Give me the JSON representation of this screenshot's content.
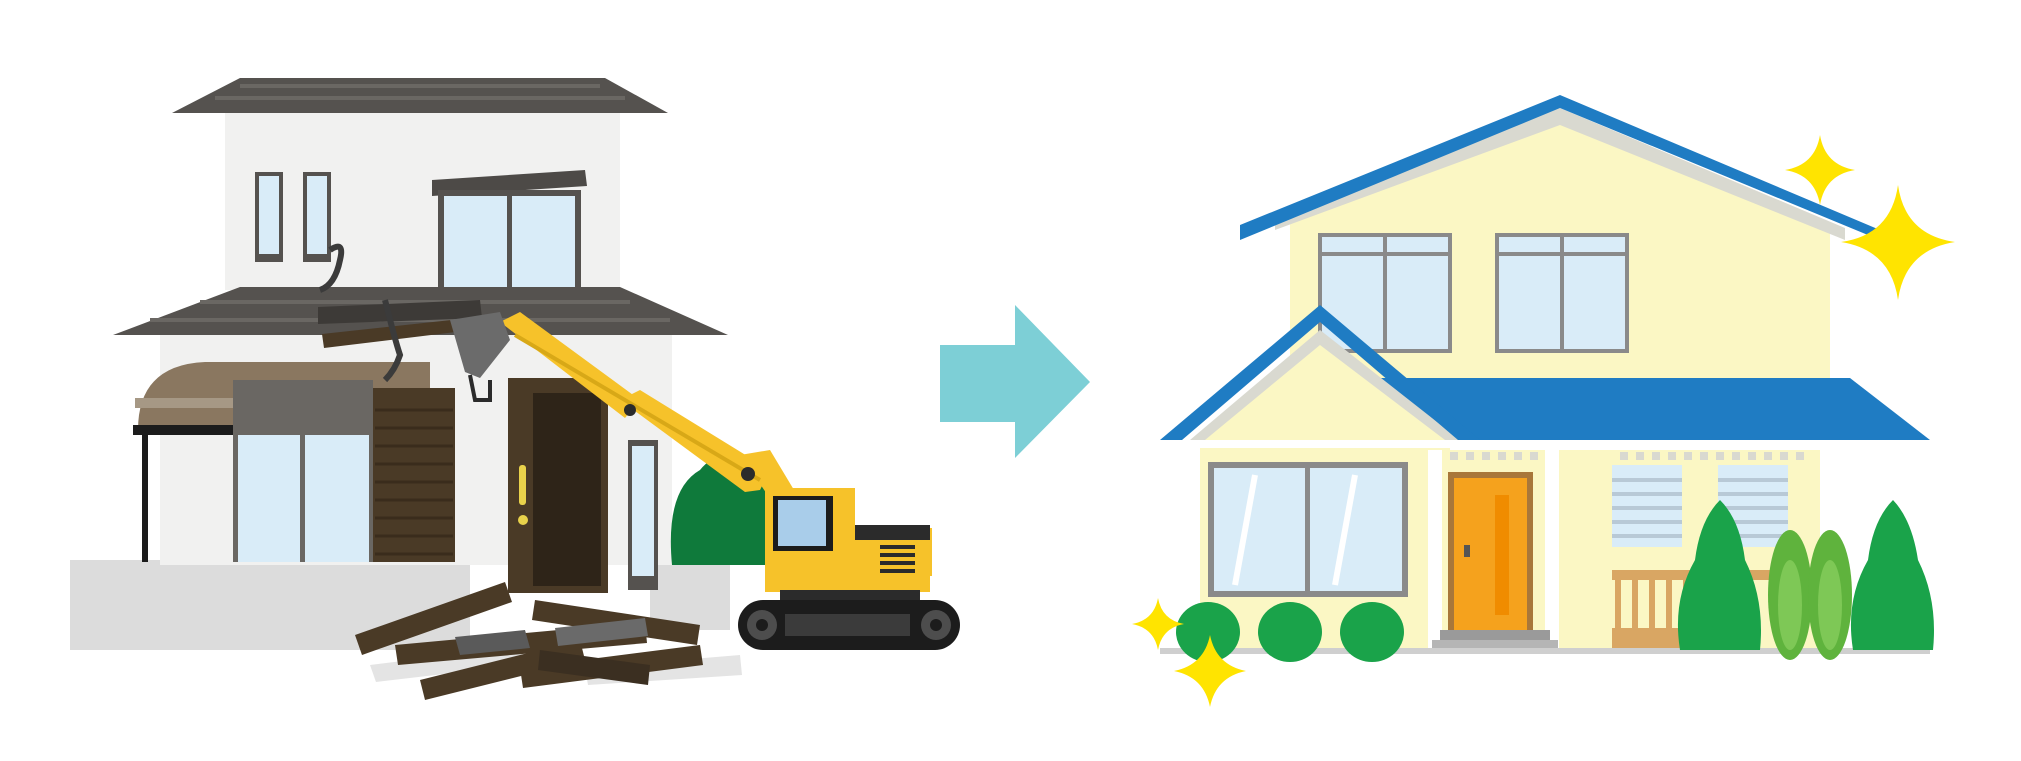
{
  "scene": {
    "left_panel": "house-demolition",
    "transition": "arrow-right",
    "right_panel": "new-house"
  },
  "colors": {
    "background": "#ffffff",
    "old_wall": "#f1f1f0",
    "old_roof": "#55524f",
    "window_glass": "#d9ecf8",
    "wood_dark": "#3b2f21",
    "excavator_yellow": "#f6c22a",
    "arrow": "#7dcfd6",
    "new_wall": "#fbf7c4",
    "new_roof": "#1f7cc3",
    "door_orange": "#f5a21d",
    "tree_green": "#1aa34a",
    "sparkle": "#ffe400"
  },
  "icons": [
    "old-house-icon",
    "excavator-icon",
    "debris-icon",
    "arrow-right-icon",
    "new-house-icon",
    "tree-icon",
    "sparkle-icon"
  ]
}
